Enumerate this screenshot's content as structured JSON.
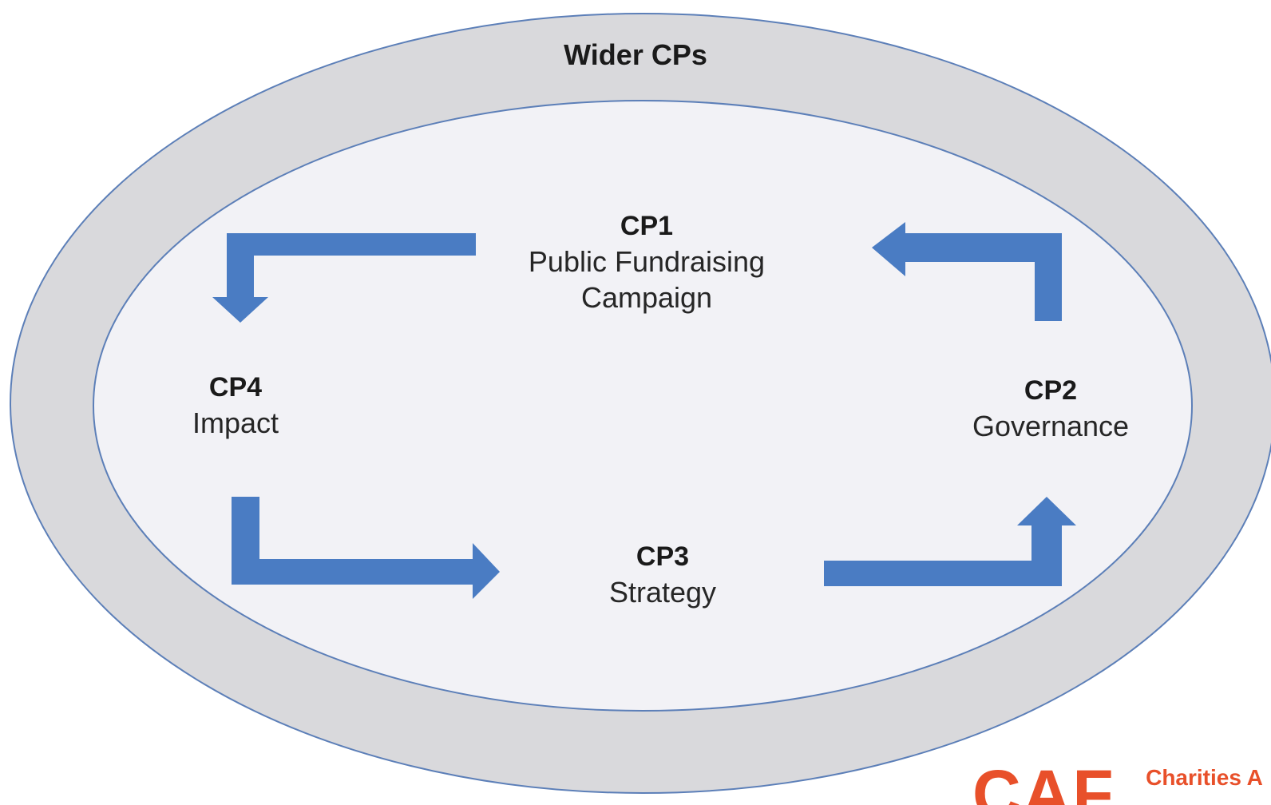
{
  "outer": {
    "title": "Wider CPs"
  },
  "nodes": {
    "cp1": {
      "code": "CP1",
      "name_line1": "Public Fundraising",
      "name_line2": "Campaign"
    },
    "cp2": {
      "code": "CP2",
      "name": "Governance"
    },
    "cp3": {
      "code": "CP3",
      "name": "Strategy"
    },
    "cp4": {
      "code": "CP4",
      "name": "Impact"
    }
  },
  "flow": [
    {
      "from": "CP1",
      "to": "CP4"
    },
    {
      "from": "CP4",
      "to": "CP3"
    },
    {
      "from": "CP3",
      "to": "CP2"
    },
    {
      "from": "CP2",
      "to": "CP1"
    }
  ],
  "logo": {
    "mark": "CAF",
    "text": "Charities A"
  },
  "colors": {
    "outer_ring": "#d9d9dc",
    "inner_fill": "#f2f2f6",
    "ellipse_stroke": "#5c7fb8",
    "arrow": "#4a7cc3",
    "logo": "#e8502a"
  }
}
